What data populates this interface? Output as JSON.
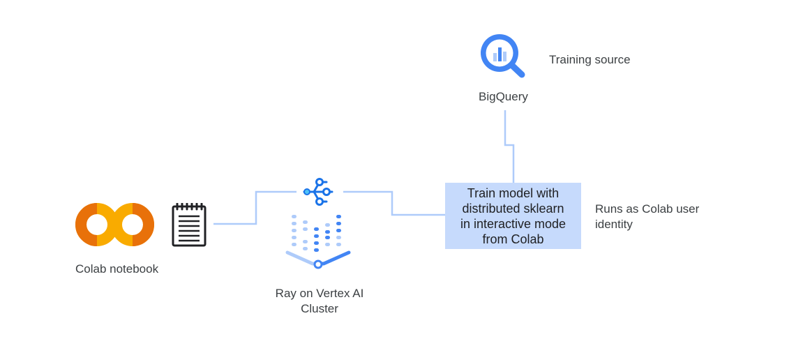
{
  "nodes": {
    "colab": {
      "label": "Colab notebook"
    },
    "ray": {
      "label": "Ray on Vertex AI\nCluster"
    },
    "train": {
      "label": "Train model with\ndistributed sklearn\nin interactive mode\nfrom Colab"
    },
    "bigquery": {
      "label": "BigQuery"
    }
  },
  "annotations": {
    "training_source": "Training source",
    "runs_as": "Runs as Colab user\nidentity"
  },
  "colors": {
    "colab_orange_dark": "#e8710a",
    "colab_orange_light": "#f9ab00",
    "connector": "#aecbfa",
    "blue_dark": "#4285f4",
    "blue_light": "#aecbfa",
    "box_fill": "#c6dafc",
    "text": "#3c4043"
  },
  "icons": [
    "colab-logo-icon",
    "notebook-icon",
    "vertex-pipeline-icon",
    "ray-cluster-icon",
    "bigquery-icon"
  ]
}
